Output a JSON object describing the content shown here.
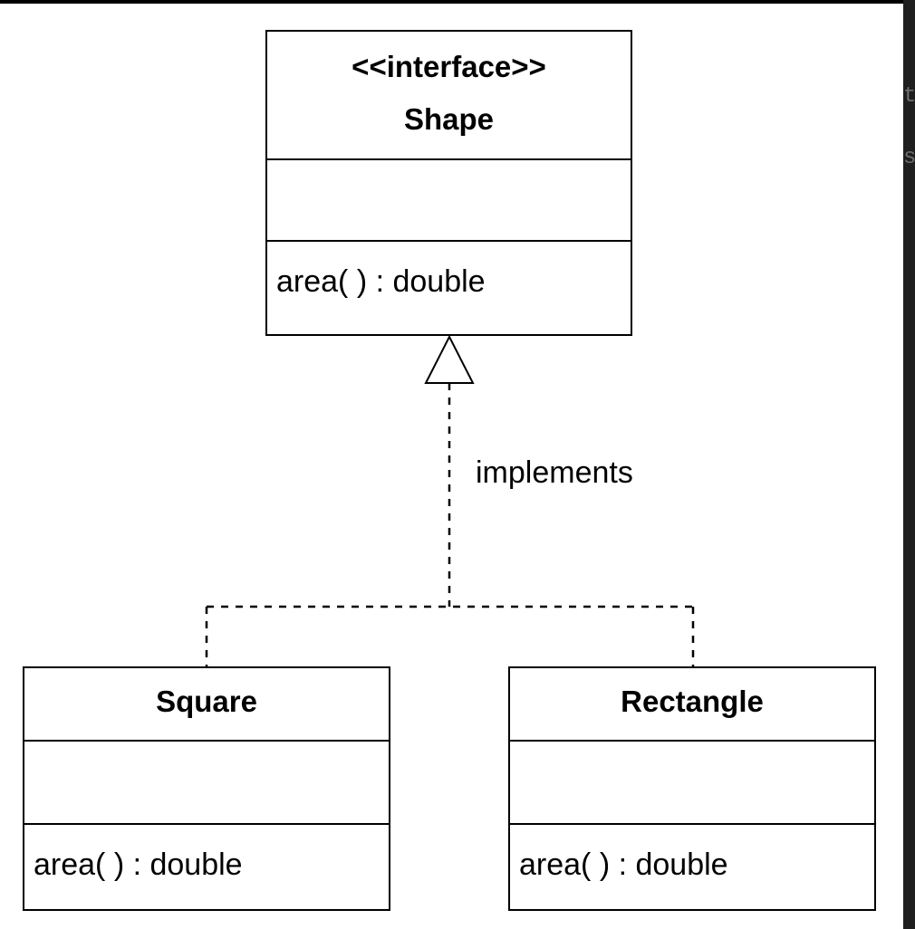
{
  "diagram": {
    "interface_box": {
      "stereotype": "<<interface>>",
      "name": "Shape",
      "attributes": "",
      "operation": "area( ) : double"
    },
    "square_box": {
      "name": "Square",
      "attributes": "",
      "operation": "area( ) : double"
    },
    "rectangle_box": {
      "name": "Rectangle",
      "attributes": "",
      "operation": "area( ) : double"
    },
    "relationship_label": "implements"
  },
  "colors": {
    "canvas": "#ffffff",
    "stroke": "#000000",
    "frame": "#000000"
  }
}
